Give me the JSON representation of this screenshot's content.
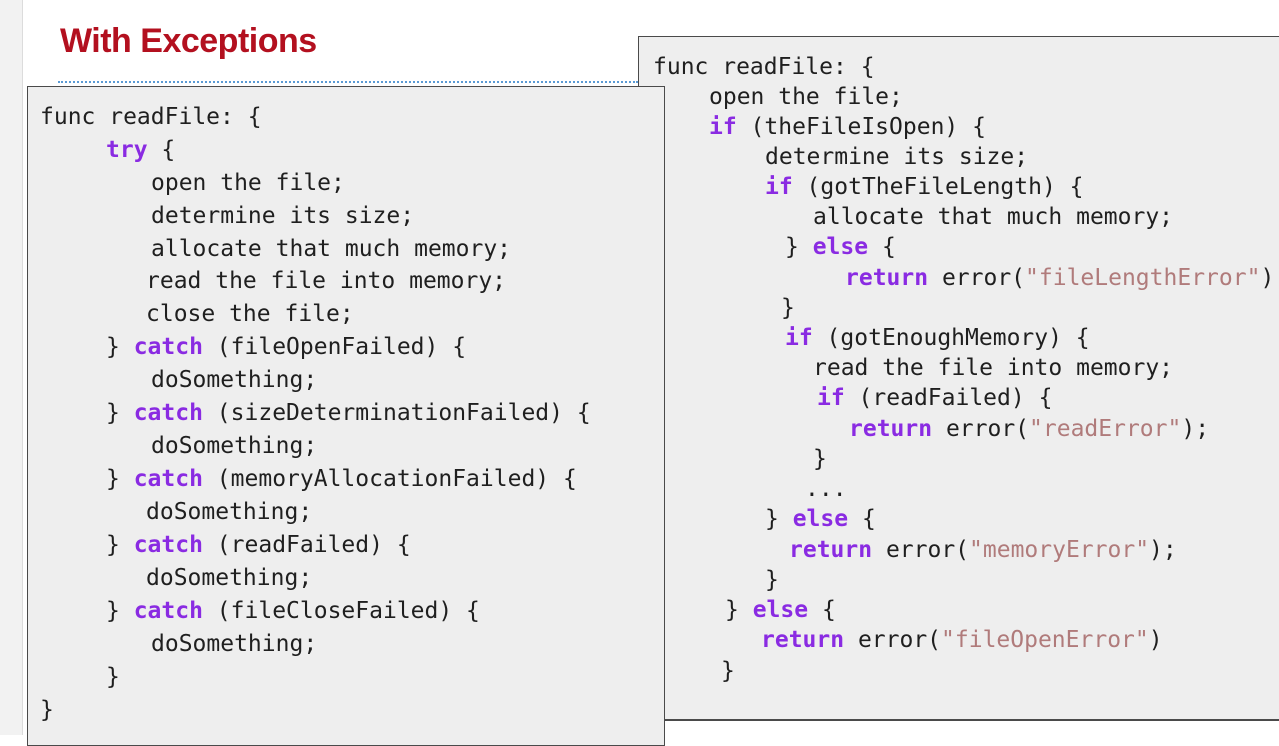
{
  "slide": {
    "title": "With Exceptions"
  },
  "colors": {
    "title": "#b3101f",
    "keyword": "#8a2be2",
    "string": "#b07b7b",
    "code_bg": "#eeeeee"
  },
  "left_code": {
    "l1": "func readFile: {",
    "l2_kw": "try",
    "l2_rest": " {",
    "l3": "open the file;",
    "l4": "determine its size;",
    "l5": "allocate that much memory;",
    "l6": "read the file into memory;",
    "l7": "close the file;",
    "l8_pre": "} ",
    "l8_kw": "catch",
    "l8_rest": " (fileOpenFailed) {",
    "l9": "doSomething;",
    "l10_pre": "} ",
    "l10_kw": "catch",
    "l10_rest": " (sizeDeterminationFailed) {",
    "l11": "doSomething;",
    "l12_pre": "} ",
    "l12_kw": "catch",
    "l12_rest": " (memoryAllocationFailed) {",
    "l13": "doSomething;",
    "l14_pre": "} ",
    "l14_kw": "catch",
    "l14_rest": " (readFailed) {",
    "l15": "doSomething;",
    "l16_pre": "} ",
    "l16_kw": "catch",
    "l16_rest": " (fileCloseFailed) {",
    "l17": "doSomething;",
    "l18": "}",
    "l19": "}"
  },
  "right_code": {
    "r1": "func readFile: {",
    "r2": "open the file;",
    "r3_kw": "if",
    "r3_rest": " (theFileIsOpen) {",
    "r4": "determine its size;",
    "r5_kw": "if",
    "r5_rest": " (gotTheFileLength) {",
    "r6": "allocate that much memory;",
    "r7_pre": "} ",
    "r7_kw": "else",
    "r7_rest": " {",
    "r8_kw": "return",
    "r8_mid": " error(",
    "r8_str": "\"fileLengthError\"",
    "r8_end": ")",
    "r9": "}",
    "r10_kw": "if",
    "r10_rest": " (gotEnoughMemory) {",
    "r11": "read the file into memory;",
    "r12_kw": "if",
    "r12_rest": " (readFailed) {",
    "r13_kw": "return",
    "r13_mid": " error(",
    "r13_str": "\"readError\"",
    "r13_end": ");",
    "r14": "}",
    "r15": "...",
    "r16_pre": "} ",
    "r16_kw": "else",
    "r16_rest": " {",
    "r17_kw": "return",
    "r17_mid": " error(",
    "r17_str": "\"memoryError\"",
    "r17_end": ");",
    "r18": "}",
    "r19_pre": "} ",
    "r19_kw": "else",
    "r19_rest": " {",
    "r20_kw": "return",
    "r20_mid": " error(",
    "r20_str": "\"fileOpenError\"",
    "r20_end": ")",
    "r21": "}"
  }
}
